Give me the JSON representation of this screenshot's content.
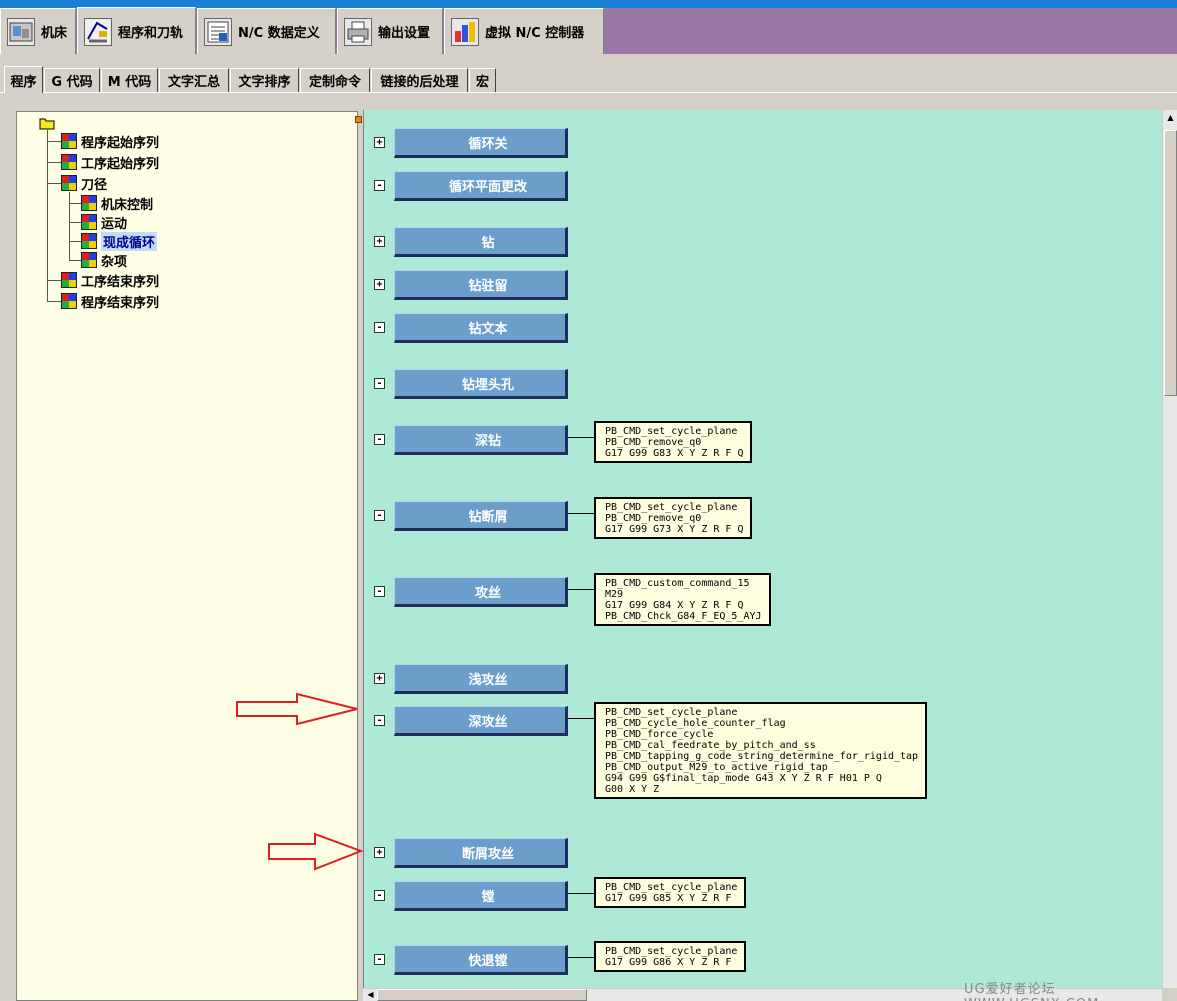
{
  "main_tabs": [
    {
      "label": "机床",
      "icon": "machine-icon"
    },
    {
      "label": "程序和刀轨",
      "icon": "program-toolpath-icon",
      "selected": true
    },
    {
      "label": "N/C 数据定义",
      "icon": "nc-data-definition-icon"
    },
    {
      "label": "输出设置",
      "icon": "printer-icon"
    },
    {
      "label": "虚拟 N/C 控制器",
      "icon": "virtual-nc-controller-icon"
    }
  ],
  "sub_tabs": [
    {
      "label": "程序",
      "selected": true
    },
    {
      "label": "G 代码"
    },
    {
      "label": "M 代码"
    },
    {
      "label": "文字汇总"
    },
    {
      "label": "文字排序"
    },
    {
      "label": "定制命令"
    },
    {
      "label": "链接的后处理"
    },
    {
      "label": "宏"
    }
  ],
  "tree": [
    {
      "label": "",
      "icon": "folder-icon",
      "level": 0
    },
    {
      "label": "程序起始序列",
      "level": 1
    },
    {
      "label": "工序起始序列",
      "level": 1
    },
    {
      "label": "刀径",
      "level": 1
    },
    {
      "label": "机床控制",
      "level": 2
    },
    {
      "label": "运动",
      "level": 2
    },
    {
      "label": "现成循环",
      "level": 2,
      "selected": true
    },
    {
      "label": "杂项",
      "level": 2
    },
    {
      "label": "工序结束序列",
      "level": 1
    },
    {
      "label": "程序结束序列",
      "level": 1
    }
  ],
  "events": [
    {
      "expander": "+",
      "label": "循环关",
      "lines": []
    },
    {
      "expander": "-",
      "label": "循环平面更改",
      "lines": []
    },
    {
      "expander": "+",
      "label": "钻",
      "lines": []
    },
    {
      "expander": "+",
      "label": "钻驻留",
      "lines": []
    },
    {
      "expander": "-",
      "label": "钻文本",
      "lines": []
    },
    {
      "expander": "-",
      "label": "钻埋头孔",
      "lines": []
    },
    {
      "expander": "-",
      "label": "深钻",
      "lines": [
        "PB_CMD_set_cycle_plane",
        "PB_CMD_remove_q0",
        "G17 G99 G83 X Y Z R F Q"
      ]
    },
    {
      "expander": "-",
      "label": "钻断屑",
      "lines": [
        "PB_CMD_set_cycle_plane",
        "PB_CMD_remove_q0",
        "G17 G99 G73 X Y Z R F Q"
      ]
    },
    {
      "expander": "-",
      "label": "攻丝",
      "lines": [
        "PB_CMD_custom_command_15",
        "M29",
        "G17 G99 G84 X Y Z R F Q",
        "PB_CMD_Chck_G84_F_EQ_5_AYJ"
      ]
    },
    {
      "expander": "+",
      "label": "浅攻丝",
      "lines": []
    },
    {
      "expander": "-",
      "label": "深攻丝",
      "lines": [
        "PB_CMD_set_cycle_plane",
        "PB_CMD_cycle_hole_counter_flag",
        "PB_CMD_force_cycle",
        "PB_CMD_cal_feedrate_by_pitch_and_ss",
        "PB_CMD_tapping_g_code_string_determine_for_rigid_tap",
        "PB_CMD_output_M29_to_active_rigid_tap",
        "G94 G99 G$final_tap_mode G43 X Y Z R F H01 P Q",
        "G00 X Y Z"
      ]
    },
    {
      "expander": "+",
      "label": "断屑攻丝",
      "lines": []
    },
    {
      "expander": "-",
      "label": "镗",
      "lines": [
        "PB_CMD_set_cycle_plane",
        "G17 G99 G85 X Y Z R F"
      ]
    },
    {
      "expander": "-",
      "label": "快退镗",
      "lines": [
        "PB_CMD_set_cycle_plane",
        "G17 G99 G86 X Y Z R F"
      ]
    }
  ],
  "watermark": "UG爱好者论坛 WWW.UGSNX.COM",
  "colors": {
    "canvas": "#aee8d6",
    "button": "#6b9ecb",
    "tree_bg": "#ffffe6",
    "arrow": "#e02020",
    "tab_bar": "#9a78a5"
  }
}
